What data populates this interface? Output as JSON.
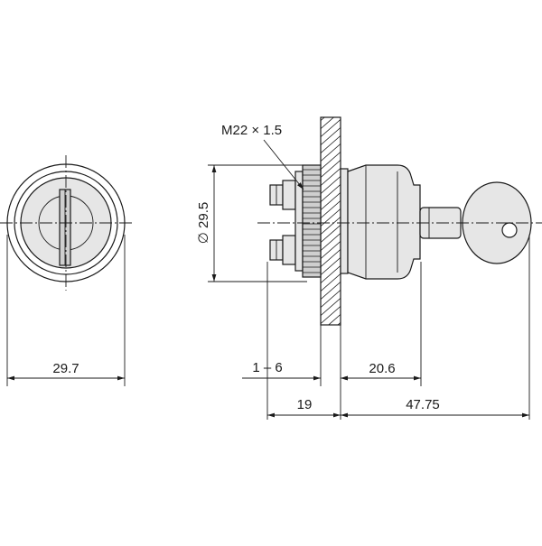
{
  "drawing": {
    "thread_label": "M22 × 1.5",
    "diameter_label": "∅ 29.5",
    "dimensions": {
      "front_width": "29.7",
      "panel_thickness": "1 – 6",
      "front_projection": "20.6",
      "rear_depth": "19",
      "overall_length": "47.75"
    }
  }
}
